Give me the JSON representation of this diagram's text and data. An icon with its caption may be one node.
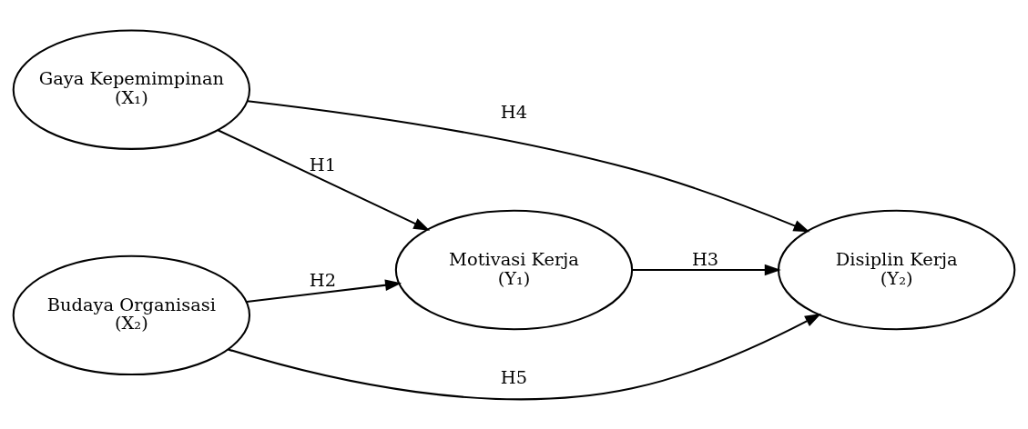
{
  "diagram": {
    "nodes": [
      {
        "text": [
          "Gaya Kepemimpinan",
          "(X₁)"
        ]
      },
      {
        "text": [
          "Motivasi Kerja",
          "(Y₁)"
        ]
      },
      {
        "text": [
          "Disiplin Kerja",
          "(Y₂)"
        ]
      },
      {
        "text": [
          "Budaya Organisasi",
          "(X₂)"
        ]
      }
    ],
    "edges": [
      {
        "from": 0,
        "to": 1,
        "arrow": "to",
        "label": "H1"
      },
      {
        "from": 0,
        "to": 2,
        "arrow": "to",
        "label": "H4"
      },
      {
        "from": 1,
        "to": 2,
        "arrow": "to",
        "label": "H3"
      },
      {
        "from": 3,
        "to": 1,
        "arrow": "to",
        "label": "H2"
      },
      {
        "from": 3,
        "to": 2,
        "arrow": "to",
        "label": "H5"
      }
    ]
  }
}
